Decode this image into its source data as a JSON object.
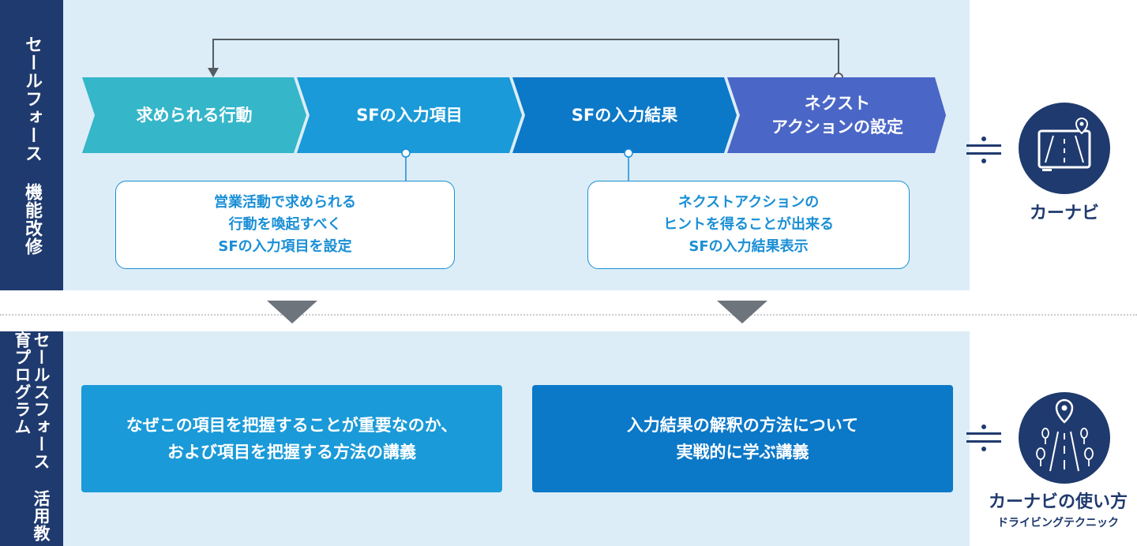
{
  "top_section": {
    "label": "セールフォース\n機能改修",
    "steps": [
      "求められる行動",
      "SFの入力項目",
      "SFの入力結果",
      "ネクスト\nアクションの設定"
    ],
    "callouts": [
      "営業活動で求められる\n行動を喚起すべく\nSFの入力項目を設定",
      "ネクストアクションの\nヒントを得ることが出来る\nSFの入力結果表示"
    ],
    "result_caption": "カーナビ"
  },
  "bottom_section": {
    "label": "セールスフォース\n活用教育プログラム",
    "boxes": [
      "なぜこの項目を把握することが重要なのか、\nおよび項目を把握する方法の講義",
      "入力結果の解釈の方法について\n実戦的に学ぶ講義"
    ],
    "result_caption": "カーナビの使い方",
    "result_subcaption": "ドライビングテクニック"
  },
  "colors": {
    "band": "#dcedf7",
    "navy": "#1f3a6e",
    "step1": "#35b6c9",
    "step2": "#1a9ad8",
    "step3": "#0b78c8",
    "step4": "#4a66c6",
    "callout_border": "#1a8fd6",
    "box1": "#1a9ad8",
    "box2": "#0b78c8",
    "arrow_gray": "#6d747c"
  },
  "icons": [
    "approx-equal-icon",
    "car-navigation-icon",
    "route-map-icon"
  ]
}
